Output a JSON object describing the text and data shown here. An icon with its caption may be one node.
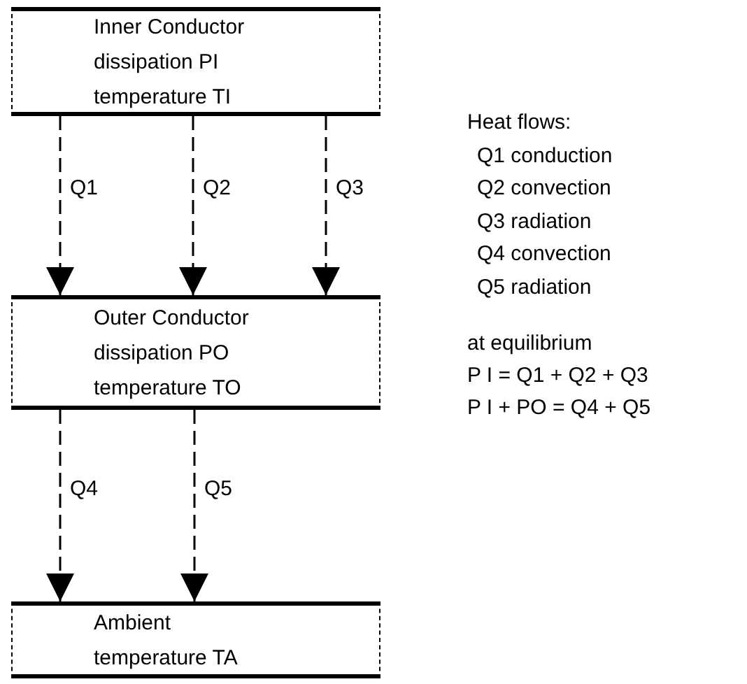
{
  "diagram": {
    "nodes": [
      {
        "text": [
          "Inner Conductor",
          "dissipation PI",
          "temperature TI"
        ]
      },
      {
        "text": [
          "Outer Conductor",
          "dissipation PO",
          "temperature TO"
        ]
      },
      {
        "text": [
          "Ambient",
          "temperature TA"
        ]
      }
    ],
    "edges": [
      {
        "from": 0,
        "to": 1,
        "arrow": "to",
        "label": "Q1",
        "style": "dashed"
      },
      {
        "from": 0,
        "to": 1,
        "arrow": "to",
        "label": "Q2",
        "style": "dashed"
      },
      {
        "from": 0,
        "to": 1,
        "arrow": "to",
        "label": "Q3",
        "style": "dashed"
      },
      {
        "from": 1,
        "to": 2,
        "arrow": "to",
        "label": "Q4",
        "style": "dashed"
      },
      {
        "from": 1,
        "to": 2,
        "arrow": "to",
        "label": "Q5",
        "style": "dashed"
      }
    ],
    "labels": [
      "Heat flows:",
      "Q1 conduction",
      "Q2 convection",
      "Q3 radiation",
      "Q4 convection",
      "Q5 radiation",
      "at equilibrium",
      "P I = Q1 + Q2 + Q3",
      "P I + PO = Q4 + Q5"
    ]
  }
}
